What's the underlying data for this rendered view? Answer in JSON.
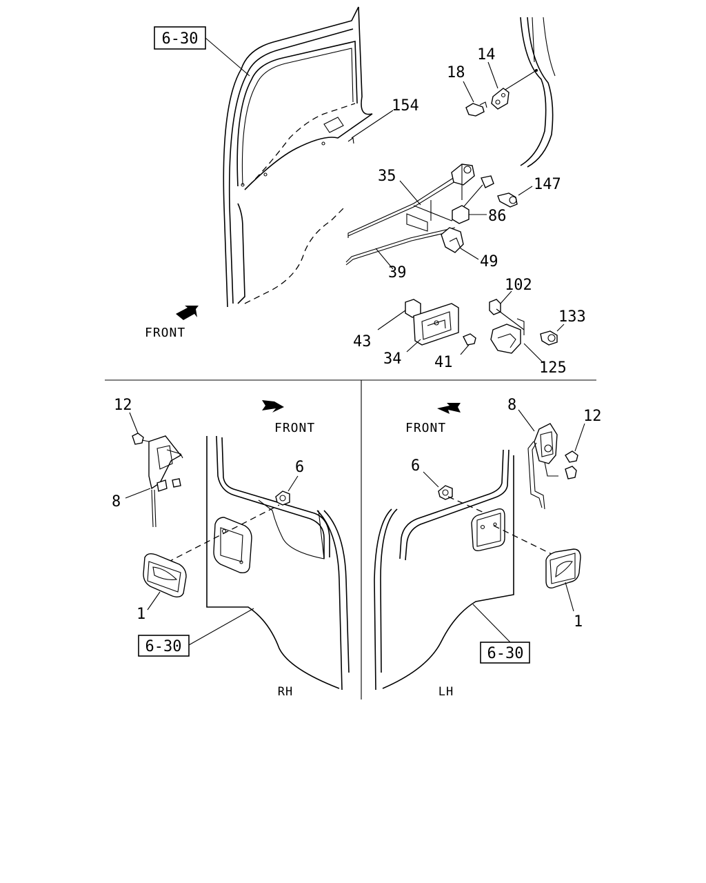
{
  "references": {
    "top": "6-30",
    "rh": "6-30",
    "lh": "6-30"
  },
  "direction": {
    "top": "FRONT",
    "rh": "FRONT",
    "lh": "FRONT"
  },
  "sides": {
    "rh": "RH",
    "lh": "LH"
  },
  "callouts": {
    "p14": "14",
    "p18": "18",
    "p154": "154",
    "p35": "35",
    "p147": "147",
    "p86": "86",
    "p49": "49",
    "p39": "39",
    "p102": "102",
    "p133": "133",
    "p43": "43",
    "p34": "34",
    "p41": "41",
    "p125": "125",
    "rh_12": "12",
    "rh_8": "8",
    "rh_6": "6",
    "rh_1": "1",
    "lh_8": "8",
    "lh_12": "12",
    "lh_6": "6",
    "lh_1": "1"
  },
  "colors": {
    "line": "#000000",
    "background": "#ffffff"
  }
}
